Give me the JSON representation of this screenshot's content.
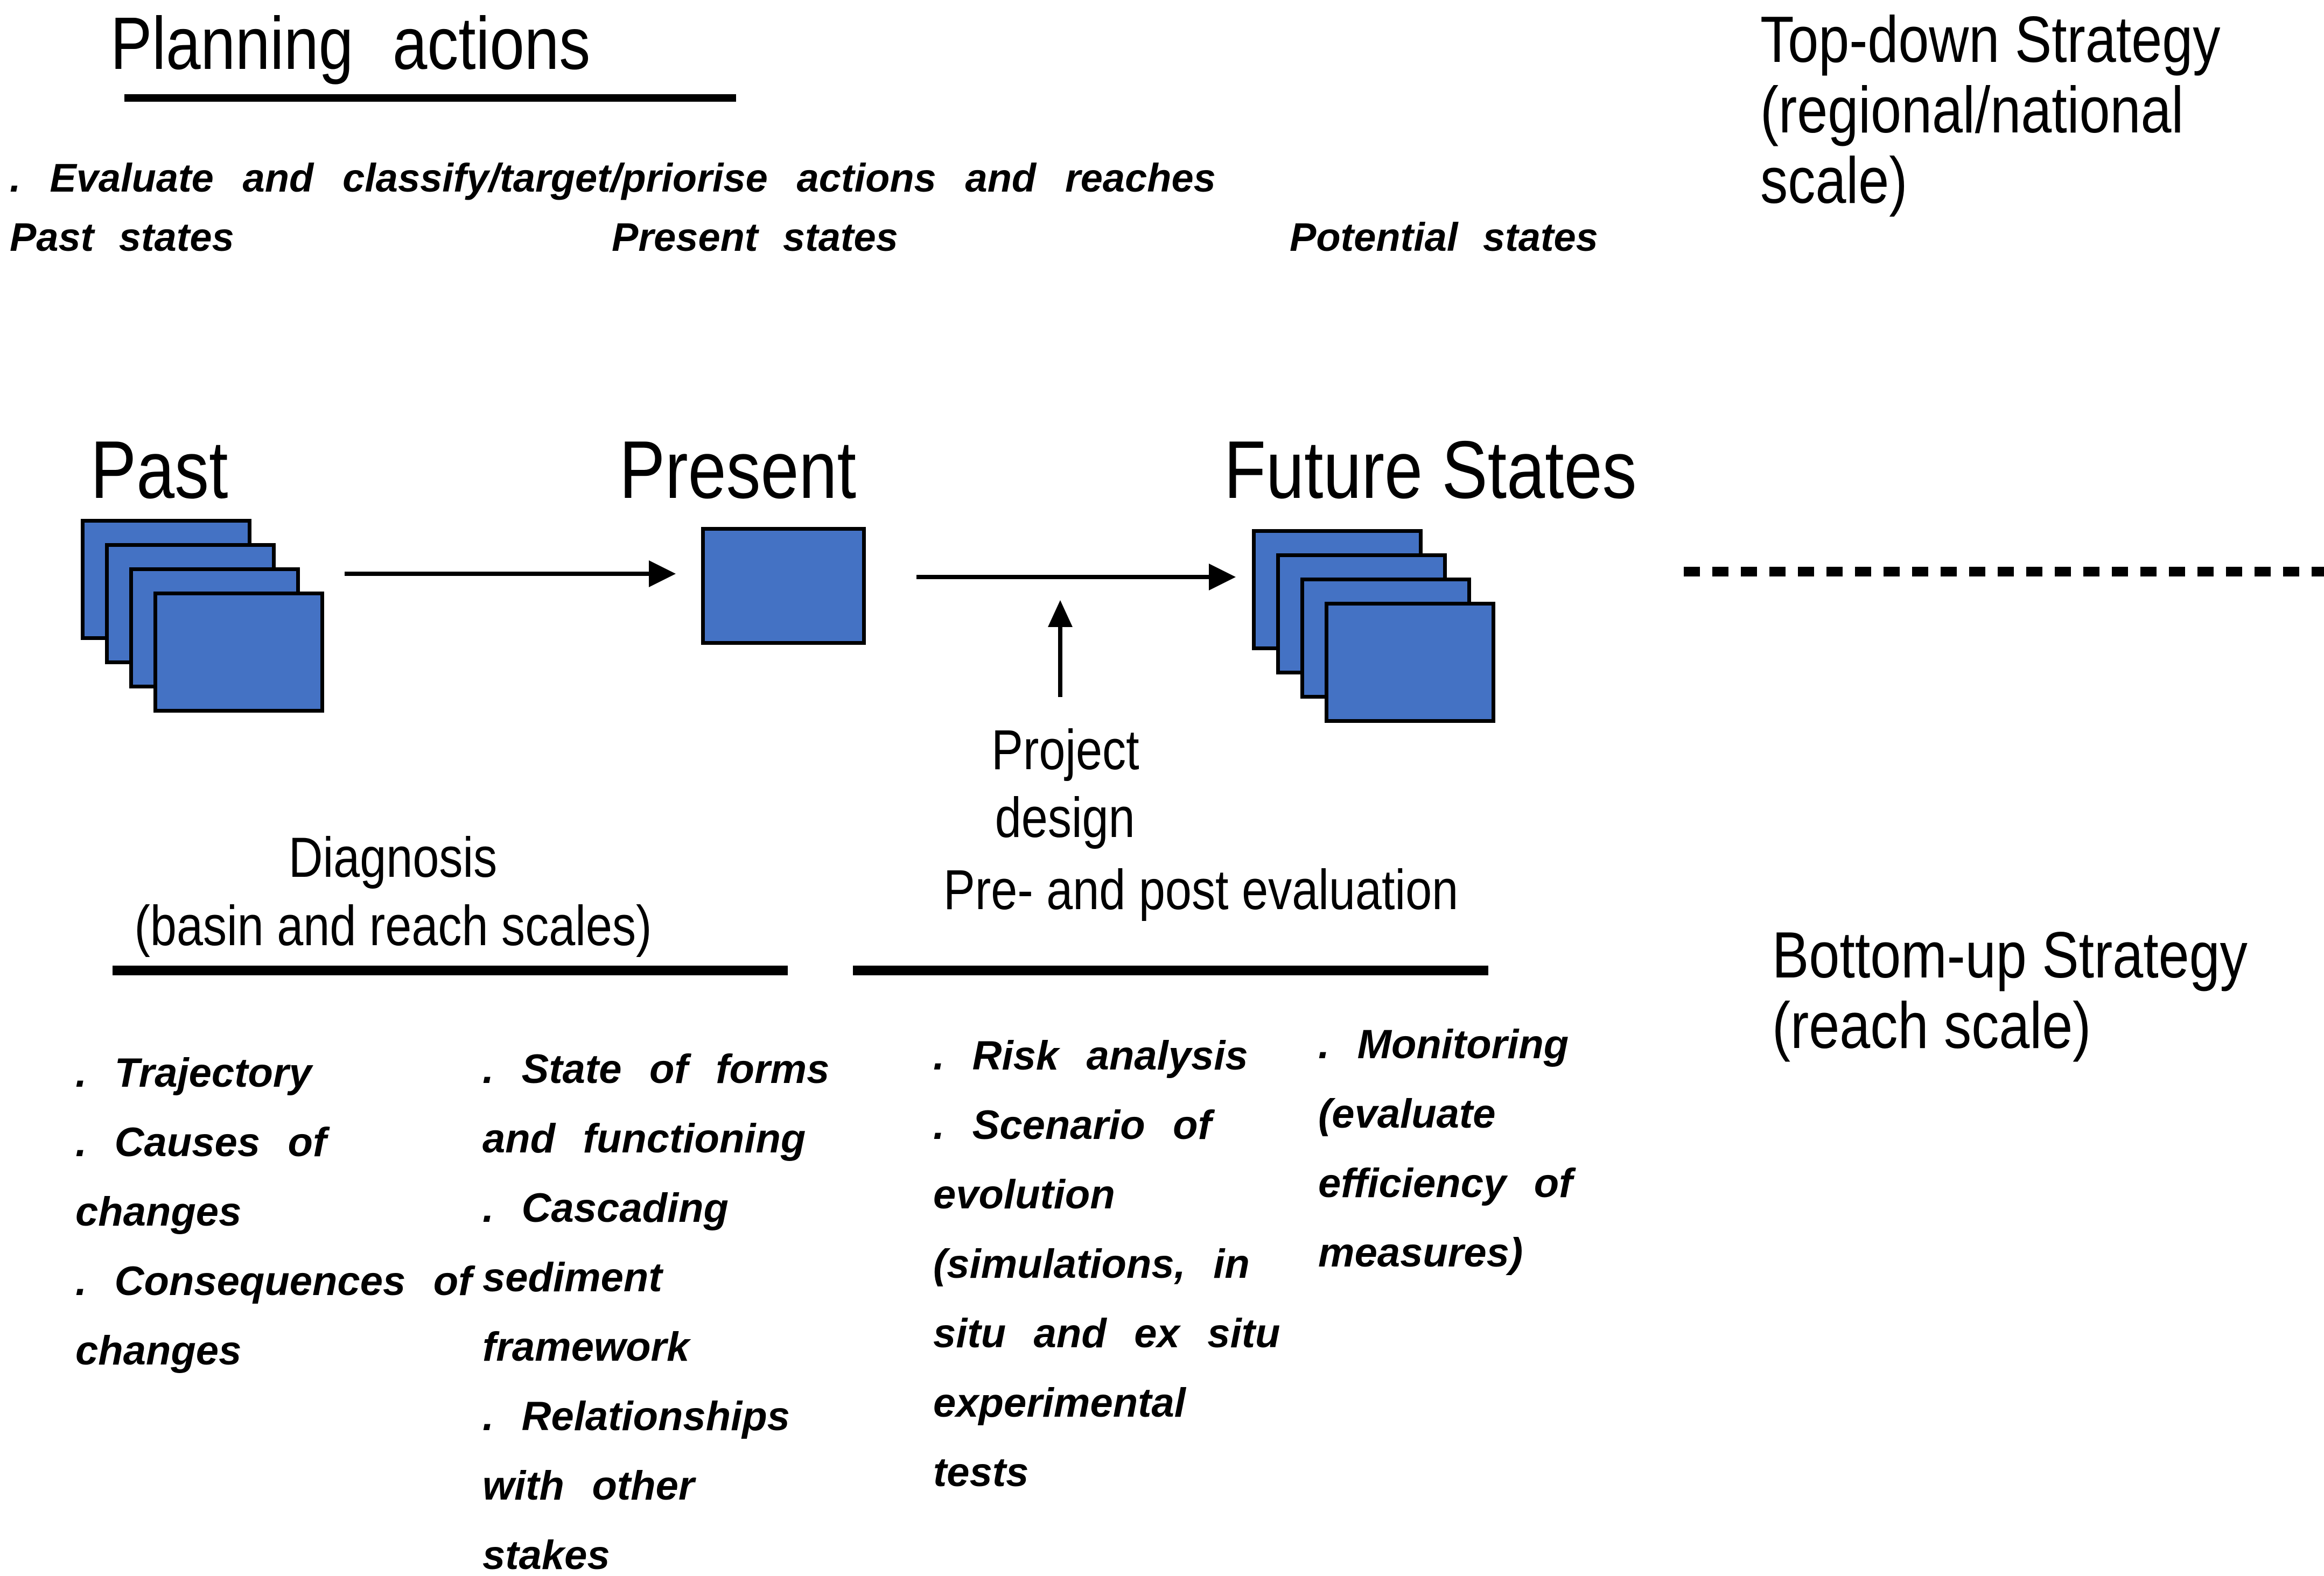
{
  "colors": {
    "box_fill": "#4472C4",
    "box_border": "#000000",
    "ink": "#000000"
  },
  "planning": {
    "title": "Planning actions",
    "bullet": ". Evaluate and classify/target/priorise actions and reaches",
    "states": {
      "past": "Past states",
      "present": "Present states",
      "potential": "Potential states"
    }
  },
  "timeline": {
    "past_heading": "Past",
    "present_heading": "Present",
    "future_heading": "Future States",
    "project_design_line1": "Project",
    "project_design_line2": "design"
  },
  "sections": {
    "diagnosis_line1": "Diagnosis",
    "diagnosis_line2": "(basin and reach scales)",
    "evaluation_title": "Pre- and post evaluation"
  },
  "strategies": {
    "top_down_line1": "Top-down Strategy",
    "top_down_line2": "(regional/national",
    "top_down_line3": "scale)",
    "bottom_up_line1": "Bottom-up Strategy",
    "bottom_up_line2": "(reach scale)"
  },
  "lists": {
    "diagnosis_col1": [
      ". Trajectory",
      ". Causes of",
      "changes",
      ". Consequences of",
      "changes"
    ],
    "diagnosis_col2": [
      ". State of forms",
      "and functioning",
      ". Cascading",
      "sediment",
      "framework",
      ". Relationships",
      "with other",
      "stakes"
    ],
    "evaluation_col1": [
      ". Risk analysis",
      ". Scenario of",
      "evolution",
      "(simulations, in",
      "situ and ex situ",
      "experimental",
      "tests"
    ],
    "evaluation_col2": [
      ". Monitoring",
      "(evaluate",
      "efficiency of",
      "measures)"
    ]
  }
}
